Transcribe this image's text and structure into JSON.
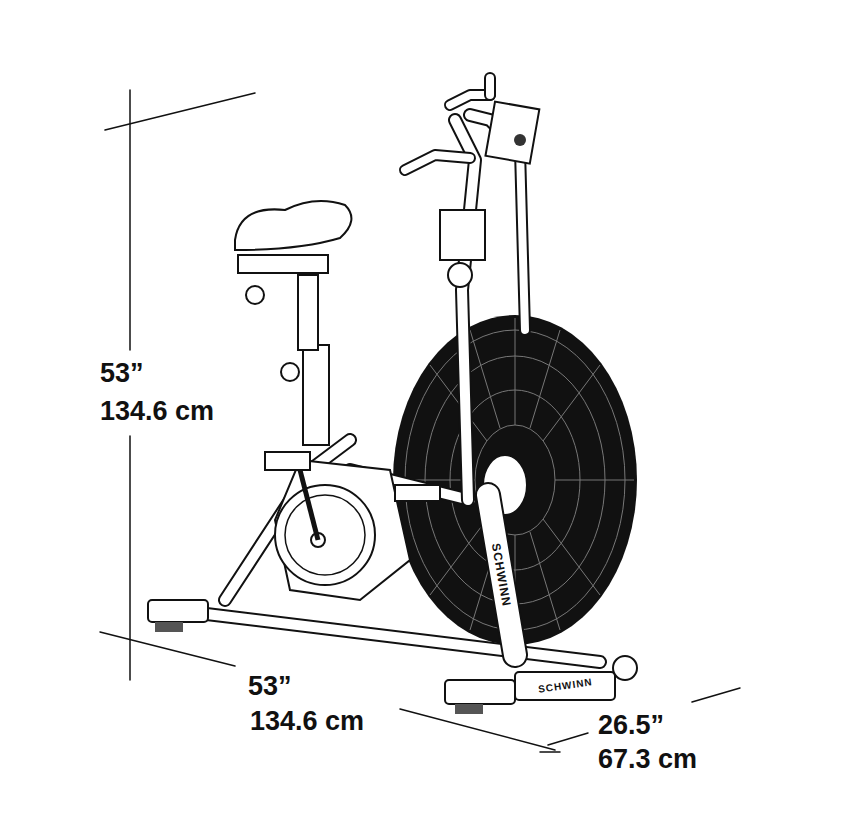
{
  "diagram": {
    "labels": [
      "53”",
      "134.6 cm",
      "53”",
      "134.6 cm",
      "26.5”",
      "67.3 cm",
      "SCHWINN",
      "SCHWINN"
    ]
  }
}
